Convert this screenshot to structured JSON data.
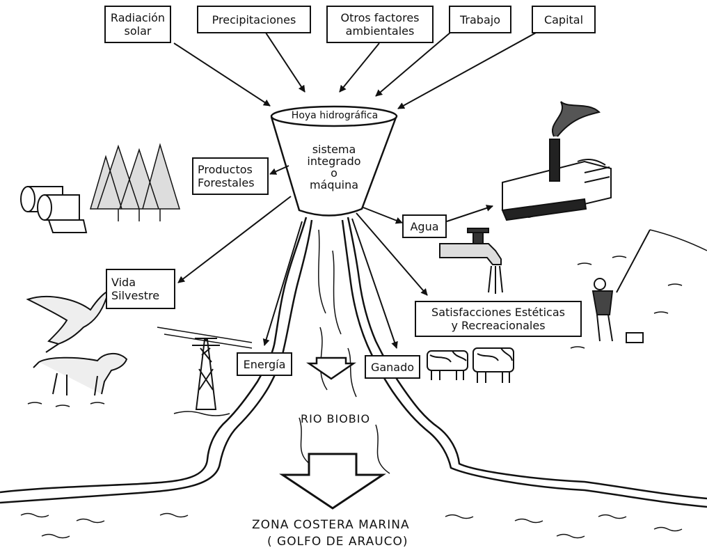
{
  "inputs": {
    "radiacion": [
      "Radiación",
      "solar"
    ],
    "precipitaciones": "Precipitaciones",
    "otros": [
      "Otros factores",
      "ambientales"
    ],
    "trabajo": "Trabajo",
    "capital": "Capital"
  },
  "funnel": {
    "title": "Hoya hidrográfica",
    "body": [
      "sistema",
      "integrado",
      "o",
      "máquina"
    ]
  },
  "outputs": {
    "productos": [
      "Productos",
      "Forestales"
    ],
    "agua": "Agua",
    "vida": [
      "Vida",
      "Silvestre"
    ],
    "satisfacciones": [
      "Satisfacciones Estéticas",
      "y Recreacionales"
    ],
    "energia": "Energía",
    "ganado": "Ganado"
  },
  "river": {
    "name": "RIO BIOBIO"
  },
  "coast": {
    "line1": "ZONA COSTERA MARINA",
    "line2": "( GOLFO DE ARAUCO)"
  }
}
